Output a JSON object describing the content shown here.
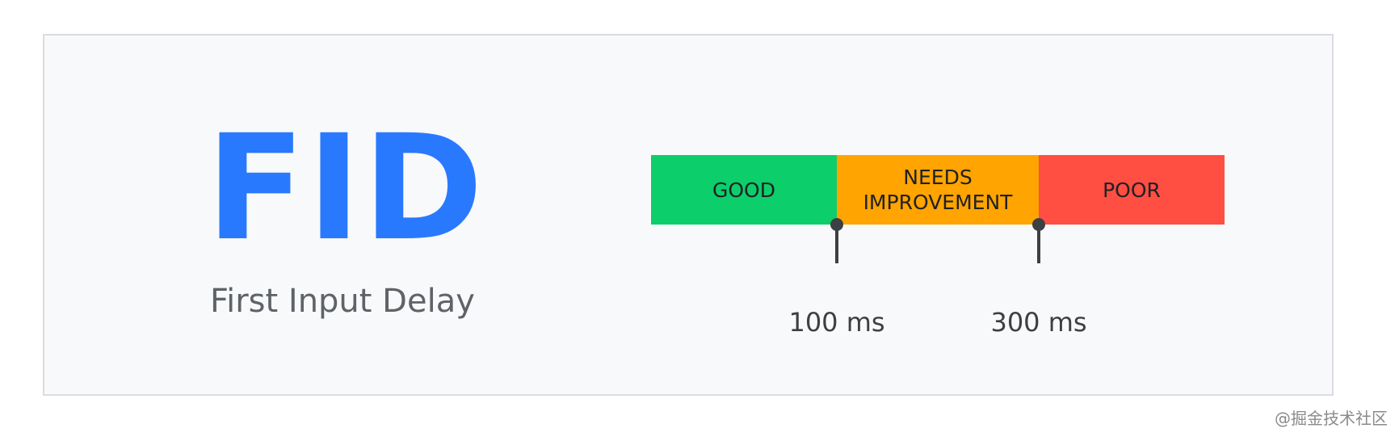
{
  "metric": {
    "acronym": "FID",
    "name": "First Input Delay",
    "acronym_color": "#2979ff"
  },
  "scale": {
    "min": 0,
    "max": 400,
    "segments": [
      {
        "label": "GOOD",
        "from": 0,
        "to": 100,
        "color": "#0cce6b"
      },
      {
        "label": "NEEDS\nIMPROVEMENT",
        "from": 100,
        "to": 300,
        "color": "#ffa400"
      },
      {
        "label": "POOR",
        "from": 300,
        "to": 400,
        "color": "#ff4e42"
      }
    ],
    "thresholds": [
      {
        "value": 100,
        "label": "100 ms"
      },
      {
        "value": 300,
        "label": "300 ms"
      }
    ]
  },
  "watermark": "@掘金技术社区"
}
